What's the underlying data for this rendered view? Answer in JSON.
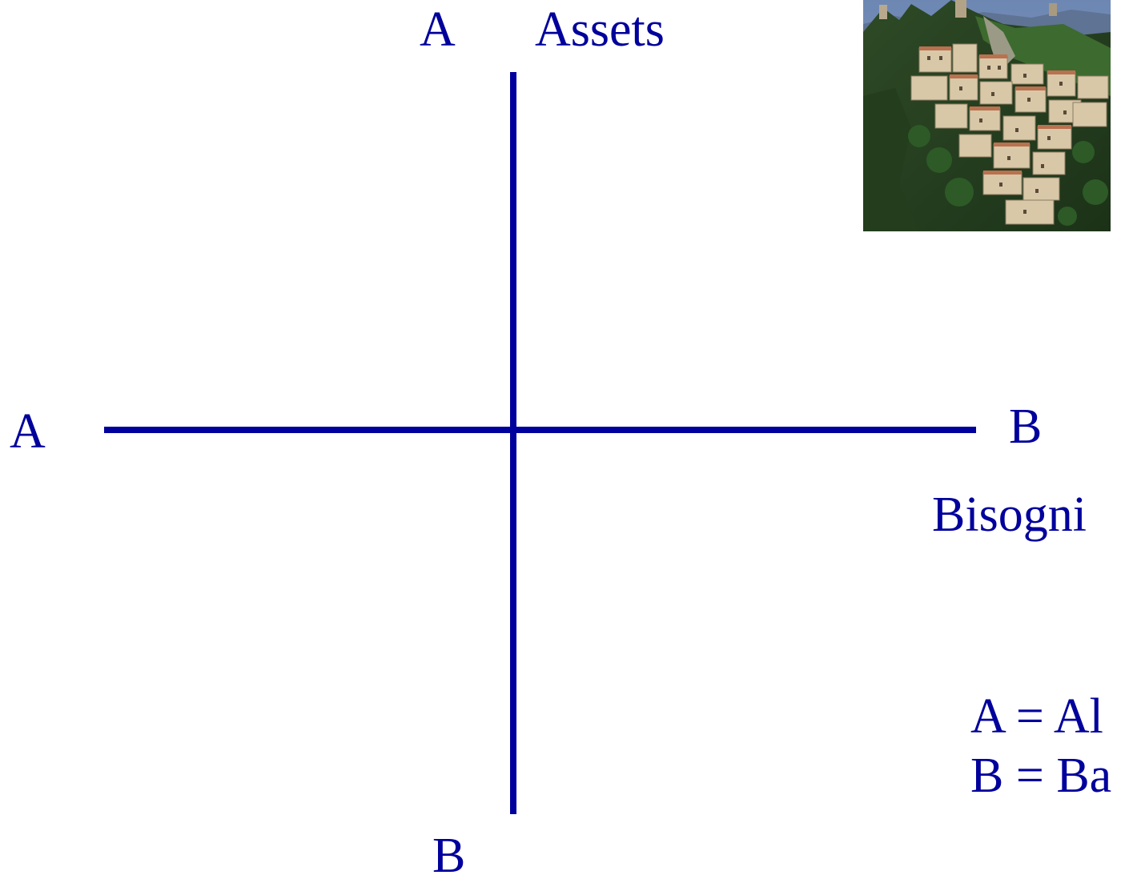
{
  "diagram": {
    "vertical_axis": {
      "top_letter": "A",
      "top_label": "Assets",
      "bottom_letter": "B"
    },
    "horizontal_axis": {
      "left_letter": "A",
      "right_letter": "B",
      "right_label": "Bisogni"
    },
    "legend": [
      {
        "text": "A = Al"
      },
      {
        "text": "B = Ba"
      }
    ],
    "line_color": "#00009c"
  },
  "photo": {
    "icon": "hilltop-town-photo"
  }
}
